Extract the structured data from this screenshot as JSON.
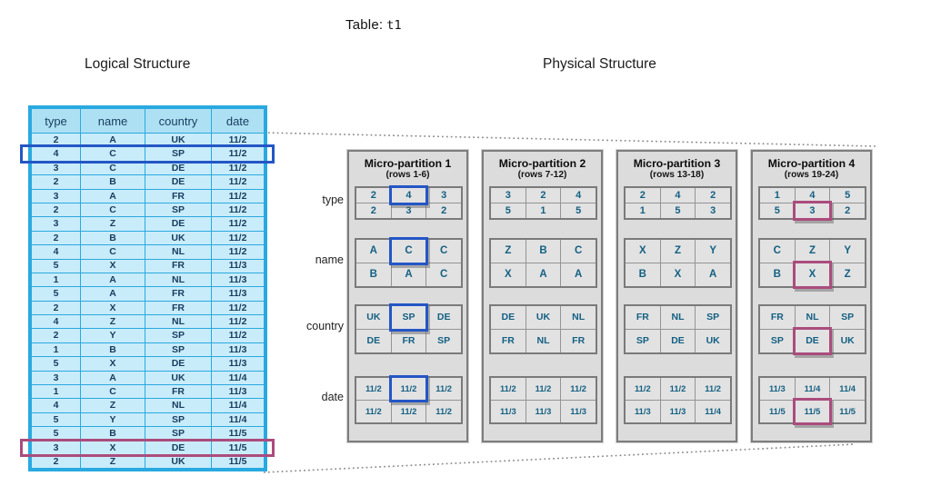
{
  "header": {
    "table_label": "Table:",
    "table_name": "t1",
    "logical_title": "Logical Structure",
    "physical_title": "Physical Structure"
  },
  "logical_table": {
    "columns": [
      "type",
      "name",
      "country",
      "date"
    ],
    "rows": [
      [
        "2",
        "A",
        "UK",
        "11/2"
      ],
      [
        "4",
        "C",
        "SP",
        "11/2"
      ],
      [
        "3",
        "C",
        "DE",
        "11/2"
      ],
      [
        "2",
        "B",
        "DE",
        "11/2"
      ],
      [
        "3",
        "A",
        "FR",
        "11/2"
      ],
      [
        "2",
        "C",
        "SP",
        "11/2"
      ],
      [
        "3",
        "Z",
        "DE",
        "11/2"
      ],
      [
        "2",
        "B",
        "UK",
        "11/2"
      ],
      [
        "4",
        "C",
        "NL",
        "11/2"
      ],
      [
        "5",
        "X",
        "FR",
        "11/3"
      ],
      [
        "1",
        "A",
        "NL",
        "11/3"
      ],
      [
        "5",
        "A",
        "FR",
        "11/3"
      ],
      [
        "2",
        "X",
        "FR",
        "11/2"
      ],
      [
        "4",
        "Z",
        "NL",
        "11/2"
      ],
      [
        "2",
        "Y",
        "SP",
        "11/2"
      ],
      [
        "1",
        "B",
        "SP",
        "11/3"
      ],
      [
        "5",
        "X",
        "DE",
        "11/3"
      ],
      [
        "3",
        "A",
        "UK",
        "11/4"
      ],
      [
        "1",
        "C",
        "FR",
        "11/3"
      ],
      [
        "4",
        "Z",
        "NL",
        "11/4"
      ],
      [
        "5",
        "Y",
        "SP",
        "11/4"
      ],
      [
        "5",
        "B",
        "SP",
        "11/5"
      ],
      [
        "3",
        "X",
        "DE",
        "11/5"
      ],
      [
        "2",
        "Z",
        "UK",
        "11/5"
      ]
    ],
    "blue_highlight_row": 2,
    "pink_highlight_row": 23
  },
  "field_labels": [
    "type",
    "name",
    "country",
    "date"
  ],
  "partitions": [
    {
      "title": "Micro-partition 1",
      "subtitle": "(rows 1-6)",
      "fields": {
        "type": [
          [
            "2",
            "4",
            "3"
          ],
          [
            "2",
            "3",
            "2"
          ]
        ],
        "name": [
          [
            "A",
            "C",
            "C"
          ],
          [
            "B",
            "A",
            "C"
          ]
        ],
        "country": [
          [
            "UK",
            "SP",
            "DE"
          ],
          [
            "DE",
            "FR",
            "SP"
          ]
        ],
        "date": [
          [
            "11/2",
            "11/2",
            "11/2"
          ],
          [
            "11/2",
            "11/2",
            "11/2"
          ]
        ]
      },
      "highlight": {
        "color": "blue",
        "row": 0,
        "col": 1
      }
    },
    {
      "title": "Micro-partition 2",
      "subtitle": "(rows 7-12)",
      "fields": {
        "type": [
          [
            "3",
            "2",
            "4"
          ],
          [
            "5",
            "1",
            "5"
          ]
        ],
        "name": [
          [
            "Z",
            "B",
            "C"
          ],
          [
            "X",
            "A",
            "A"
          ]
        ],
        "country": [
          [
            "DE",
            "UK",
            "NL"
          ],
          [
            "FR",
            "NL",
            "FR"
          ]
        ],
        "date": [
          [
            "11/2",
            "11/2",
            "11/2"
          ],
          [
            "11/3",
            "11/3",
            "11/3"
          ]
        ]
      },
      "highlight": null
    },
    {
      "title": "Micro-partition 3",
      "subtitle": "(rows 13-18)",
      "fields": {
        "type": [
          [
            "2",
            "4",
            "2"
          ],
          [
            "1",
            "5",
            "3"
          ]
        ],
        "name": [
          [
            "X",
            "Z",
            "Y"
          ],
          [
            "B",
            "X",
            "A"
          ]
        ],
        "country": [
          [
            "FR",
            "NL",
            "SP"
          ],
          [
            "SP",
            "DE",
            "UK"
          ]
        ],
        "date": [
          [
            "11/2",
            "11/2",
            "11/2"
          ],
          [
            "11/3",
            "11/3",
            "11/4"
          ]
        ]
      },
      "highlight": null
    },
    {
      "title": "Micro-partition 4",
      "subtitle": "(rows 19-24)",
      "fields": {
        "type": [
          [
            "1",
            "4",
            "5"
          ],
          [
            "5",
            "3",
            "2"
          ]
        ],
        "name": [
          [
            "C",
            "Z",
            "Y"
          ],
          [
            "B",
            "X",
            "Z"
          ]
        ],
        "country": [
          [
            "FR",
            "NL",
            "SP"
          ],
          [
            "SP",
            "DE",
            "UK"
          ]
        ],
        "date": [
          [
            "11/3",
            "11/4",
            "11/4"
          ],
          [
            "11/5",
            "11/5",
            "11/5"
          ]
        ]
      },
      "highlight": {
        "color": "pink",
        "row": 1,
        "col": 1
      }
    }
  ],
  "colors": {
    "table_border": "#29a9e0",
    "table_cell_bg": "#c9ecfa",
    "table_header_bg": "#aee0f4",
    "table_text": "#173d5f",
    "partition_bg": "#dcdcdc",
    "partition_border": "#7d7d7d",
    "cell_bg": "#e2e2e2",
    "cell_text": "#136083",
    "blue_highlight": "#2456c5",
    "pink_highlight": "#ab4c7d",
    "dotted_line": "#8a8a8a"
  }
}
